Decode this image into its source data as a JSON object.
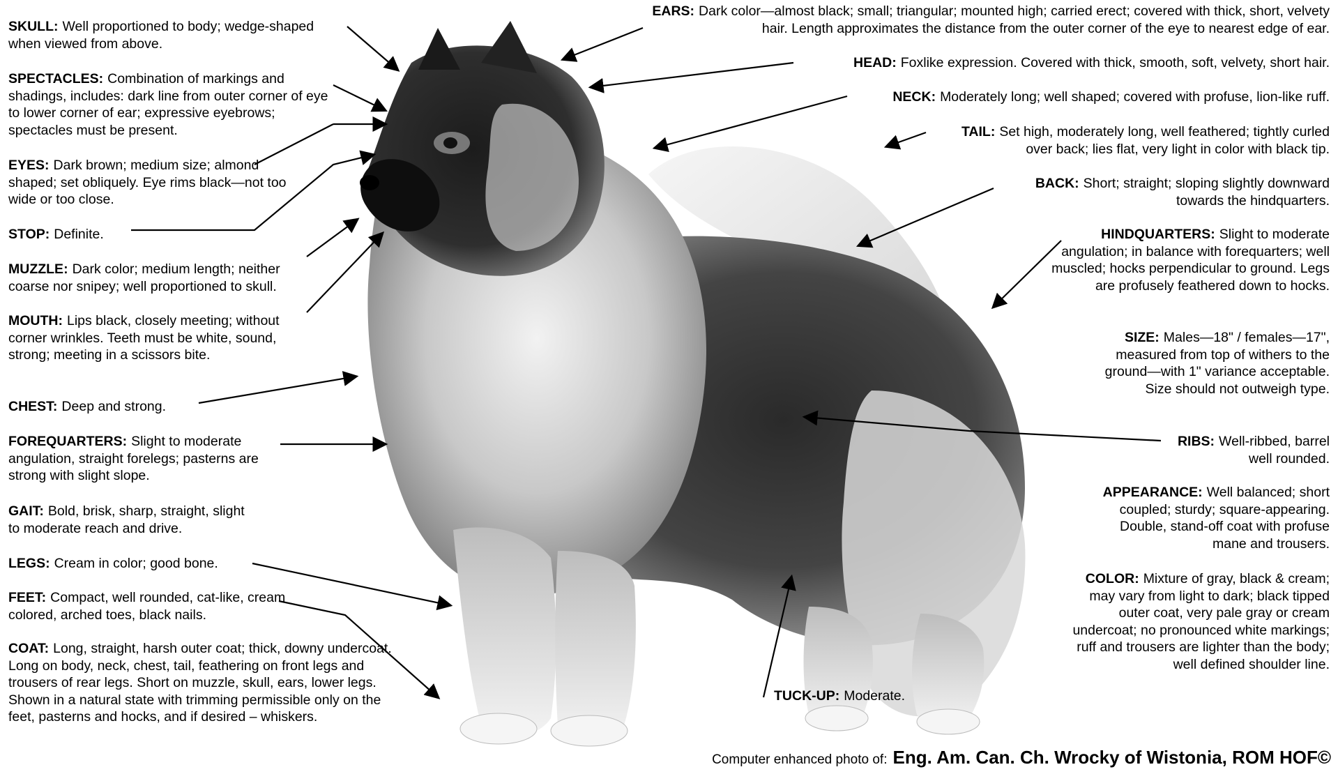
{
  "left_labels": [
    {
      "term": "SKULL:",
      "text": "Well proportioned to body; wedge-shaped when viewed from above."
    },
    {
      "term": "SPECTACLES:",
      "text": "Combination of markings and shadings, includes: dark line from outer corner of eye to lower corner of ear; expressive eyebrows; spectacles must be present."
    },
    {
      "term": "EYES:",
      "text": "Dark brown; medium size; almond shaped; set obliquely.  Eye rims black—not too wide or too close."
    },
    {
      "term": "STOP:",
      "text": "Definite."
    },
    {
      "term": "MUZZLE:",
      "text": "Dark color; medium length; neither coarse nor snipey; well proportioned to skull."
    },
    {
      "term": "MOUTH:",
      "text": "Lips black, closely meeting; without corner wrinkles.  Teeth must be white, sound, strong; meeting in a scissors bite."
    },
    {
      "term": "CHEST:",
      "text": "Deep and strong."
    },
    {
      "term": "FOREQUARTERS:",
      "text": "Slight to moderate angulation, straight forelegs; pasterns are strong with slight slope."
    },
    {
      "term": "GAIT:",
      "text": "Bold, brisk, sharp, straight, slight to moderate reach and drive."
    },
    {
      "term": "LEGS:",
      "text": "Cream in color; good bone."
    },
    {
      "term": "FEET:",
      "text": "Compact, well rounded, cat-like, cream colored, arched toes, black nails."
    },
    {
      "term": "COAT:",
      "text": "Long, straight, harsh outer coat; thick, downy undercoat.  Long on body, neck, chest, tail, feathering on front legs and trousers of rear legs.  Short on muzzle, skull, ears, lower legs.  Shown in a natural state with trimming permissible only on the feet, pasterns and hocks, and if desired – whiskers."
    }
  ],
  "right_labels": [
    {
      "term": "EARS:",
      "text": "Dark color—almost black; small; triangular; mounted high; carried erect; covered with thick, short, velvety hair.  Length approximates the distance from the outer corner of the eye to nearest edge of ear."
    },
    {
      "term": "HEAD:",
      "text": "Foxlike expression.  Covered with thick, smooth, soft, velvety, short hair."
    },
    {
      "term": "NECK:",
      "text": "Moderately long; well shaped; covered with profuse, lion-like ruff."
    },
    {
      "term": "TAIL:",
      "text": "Set high, moderately long, well feathered; tightly curled over back; lies flat, very light in color with black tip."
    },
    {
      "term": "BACK:",
      "text": "Short; straight; sloping slightly downward towards the hindquarters."
    },
    {
      "term": "HINDQUARTERS:",
      "text": "Slight to moderate angulation; in balance with forequarters; well muscled; hocks perpendicular to ground.  Legs are profusely feathered down to hocks."
    },
    {
      "term": "SIZE:",
      "text": "Males—18\" / females—17\", measured from top of withers to the ground—with 1\" variance acceptable.  Size should not outweigh type."
    },
    {
      "term": "RIBS:",
      "text": "Well-ribbed, barrel well rounded."
    },
    {
      "term": "APPEARANCE:",
      "text": "Well balanced; short coupled; sturdy; square-appearing.  Double, stand-off coat with profuse mane and trousers."
    },
    {
      "term": "COLOR:",
      "text": "Mixture of gray, black & cream; may vary from light to dark; black tipped outer coat, very pale gray or cream undercoat; no pronounced white markings; ruff and trousers are lighter than the body; well defined shoulder line."
    }
  ],
  "bottom_label": {
    "term": "TUCK-UP:",
    "text": "Moderate."
  },
  "caption": {
    "prefix": "Computer enhanced photo of:",
    "name": "Eng. Am. Can. Ch. Wrocky of Wistonia, ROM HOF©"
  },
  "colors": {
    "ink": "#000000",
    "paper": "#ffffff",
    "fur_dark": "#1a1a1a",
    "fur_mid": "#6e6e6e",
    "fur_light": "#e2e2e2"
  }
}
